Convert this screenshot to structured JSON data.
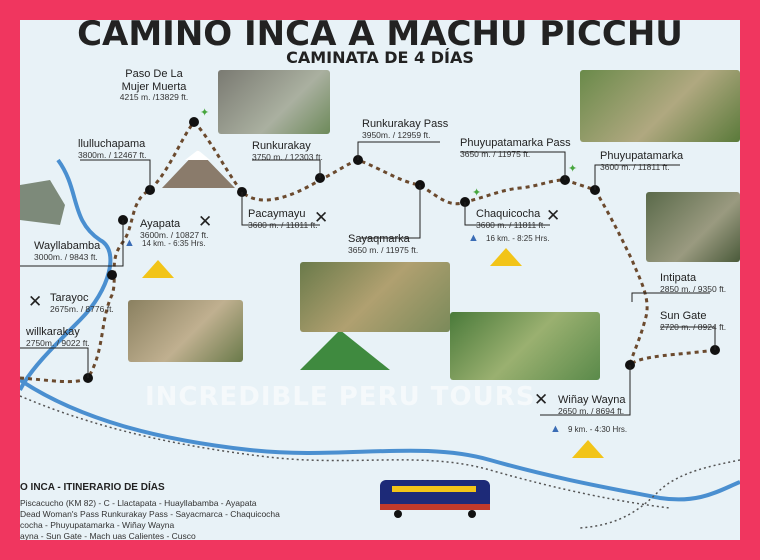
{
  "title": "CAMINO INCA A MACHU PICCHU",
  "subtitle": "CAMINATA DE 4 DÍAS",
  "watermark": "INCREDIBLE PERU TOURS",
  "places": {
    "paso_mujer": {
      "name_1": "Paso De La",
      "name_2": "Mujer Muerta",
      "alt": "4215 m. /13829 ft."
    },
    "llulluchapama": {
      "name": "llulluchapama",
      "alt": "3800m. / 12467 ft."
    },
    "runkurakay": {
      "name": "Runkurakay",
      "alt": "3750 m. / 12303 ft."
    },
    "runkurakay_pass": {
      "name": "Runkurakay Pass",
      "alt": "3950m. / 12959 ft."
    },
    "phuyupatamarka_pass": {
      "name": "Phuyupatamarka Pass",
      "alt": "3650 m. / 11975 ft."
    },
    "phuyupatamarka": {
      "name": "Phuyupatamarka",
      "alt": "3600 m. / 11811 ft."
    },
    "ayapata": {
      "name": "Ayapata",
      "alt": "3600m. / 10827 ft."
    },
    "pacaymayu": {
      "name": "Pacaymayu",
      "alt": "3600 m. / 11811 ft."
    },
    "sayaqmarka": {
      "name": "Sayaqmarka",
      "alt": "3650 m. / 11975 ft."
    },
    "chaquicocha": {
      "name": "Chaquicocha",
      "alt": "3600 m. / 11811 ft."
    },
    "wayllabamba": {
      "name": "Wayllabamba",
      "alt": "3000m. / 9843 ft."
    },
    "tarayoc": {
      "name": "Tarayoc",
      "alt": "2675m. / 8776 ft."
    },
    "willkarakay": {
      "name": "willkarakay",
      "alt": "2750m. / 9022 ft."
    },
    "intipata": {
      "name": "Intipata",
      "alt": "2850 m. / 9350 ft."
    },
    "sun_gate": {
      "name": "Sun Gate",
      "alt": "2720 m. / 8924 ft."
    },
    "winay_wayna": {
      "name": "Wiñay Wayna",
      "alt": "2650 m. / 8694 ft."
    }
  },
  "stats": {
    "day1": "14 km. - 6:35 Hrs.",
    "day3": "16 km. - 8:25 Hrs.",
    "day4": "9 km. - 4:30 Hrs."
  },
  "legend": {
    "heading": "O INCA - ITINERARIO DE   DÍAS",
    "line1": "Piscacucho (KM 82) - C         - Llactapata - Huayllabamba - Ayapata",
    "line2": "Dead Woman's Pass              Runkurakay Pass - Sayacmarca - Chaquicocha",
    "line3": "cocha - Phuyupatamarka -        Wiñay Wayna",
    "line4": "ayna - Sun Gate - Mach         uas Calientes - Cusco"
  },
  "colors": {
    "frame": "#f0365f",
    "map_bg": "#e8f2f7",
    "trail": "#6b4a2e",
    "river": "#4a8fd0",
    "camp": "#f2c418"
  }
}
